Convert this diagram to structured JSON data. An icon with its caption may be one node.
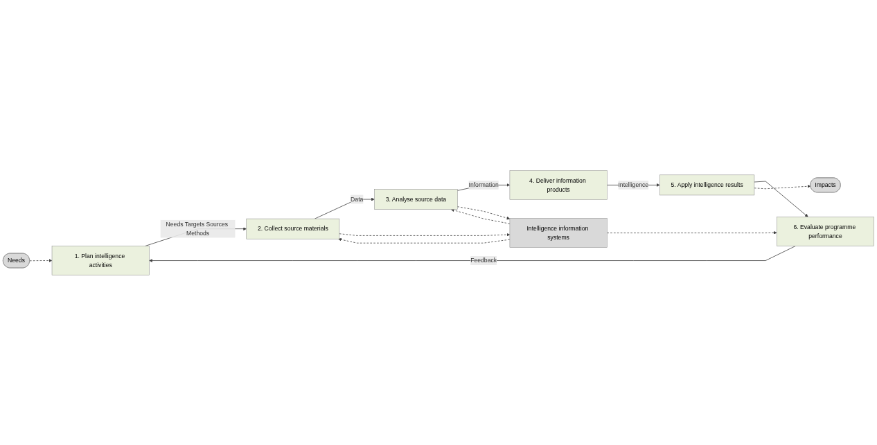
{
  "diagram": {
    "nodes": [
      {
        "text": [
          "Needs"
        ]
      },
      {
        "text": [
          "1. Plan intelligence activities"
        ]
      },
      {
        "text": [
          "2. Collect source materials"
        ]
      },
      {
        "text": [
          "3. Analyse source data"
        ]
      },
      {
        "text": [
          "4. Deliver information products"
        ]
      },
      {
        "text": [
          "Intelligence information systems"
        ]
      },
      {
        "text": [
          "5. Apply intelligence results"
        ]
      },
      {
        "text": [
          "6. Evaluate programme performance"
        ]
      },
      {
        "text": [
          "Impacts"
        ]
      }
    ],
    "edges": [
      {
        "from": 0,
        "to": 1,
        "arrow": "to",
        "style": "dashed"
      },
      {
        "from": 1,
        "to": 2,
        "arrow": "to",
        "label": "Needs Targets Sources Methods"
      },
      {
        "from": 2,
        "to": 3,
        "arrow": "to",
        "label": "Data"
      },
      {
        "from": 3,
        "to": 4,
        "arrow": "to",
        "label": "Information"
      },
      {
        "from": 4,
        "to": 6,
        "arrow": "to",
        "label": "Intelligence"
      },
      {
        "from": 6,
        "to": 7,
        "arrow": "to"
      },
      {
        "from": 7,
        "to": 1,
        "arrow": "to",
        "label": "Feedback"
      },
      {
        "from": 2,
        "to": 5,
        "arrow": "to",
        "style": "dashed"
      },
      {
        "from": 5,
        "to": 2,
        "arrow": "to",
        "style": "dashed"
      },
      {
        "from": 3,
        "to": 5,
        "arrow": "to",
        "style": "dashed"
      },
      {
        "from": 5,
        "to": 3,
        "arrow": "to",
        "style": "dashed"
      },
      {
        "from": 5,
        "to": 7,
        "arrow": "to",
        "style": "dashed"
      },
      {
        "from": 6,
        "to": 8,
        "arrow": "to",
        "style": "dashed"
      }
    ]
  }
}
